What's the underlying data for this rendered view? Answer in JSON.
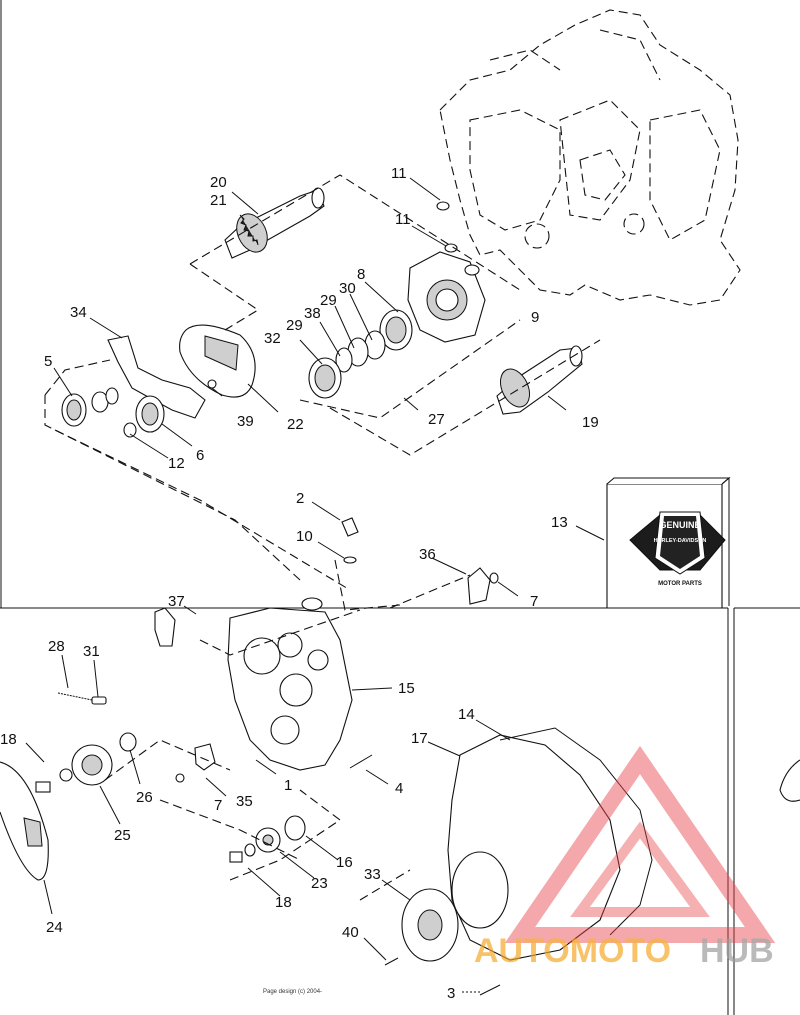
{
  "callouts": [
    {
      "id": "c20",
      "text": "20"
    },
    {
      "id": "c21",
      "text": "21"
    },
    {
      "id": "c11a",
      "text": "11"
    },
    {
      "id": "c11b",
      "text": "11"
    },
    {
      "id": "c8",
      "text": "8"
    },
    {
      "id": "c30",
      "text": "30"
    },
    {
      "id": "c29a",
      "text": "29"
    },
    {
      "id": "c38",
      "text": "38"
    },
    {
      "id": "c29b",
      "text": "29"
    },
    {
      "id": "c32",
      "text": "32"
    },
    {
      "id": "c9",
      "text": "9"
    },
    {
      "id": "c34",
      "text": "34"
    },
    {
      "id": "c5",
      "text": "5"
    },
    {
      "id": "c39",
      "text": "39"
    },
    {
      "id": "c22",
      "text": "22"
    },
    {
      "id": "c27",
      "text": "27"
    },
    {
      "id": "c19",
      "text": "19"
    },
    {
      "id": "c12",
      "text": "12"
    },
    {
      "id": "c6",
      "text": "6"
    },
    {
      "id": "c2",
      "text": "2"
    },
    {
      "id": "c10",
      "text": "10"
    },
    {
      "id": "c13",
      "text": "13"
    },
    {
      "id": "c36",
      "text": "36"
    },
    {
      "id": "c7a",
      "text": "7"
    },
    {
      "id": "c37",
      "text": "37"
    },
    {
      "id": "c28",
      "text": "28"
    },
    {
      "id": "c31",
      "text": "31"
    },
    {
      "id": "c15",
      "text": "15"
    },
    {
      "id": "c14",
      "text": "14"
    },
    {
      "id": "c18a",
      "text": "18"
    },
    {
      "id": "c17",
      "text": "17"
    },
    {
      "id": "c26",
      "text": "26"
    },
    {
      "id": "c7b",
      "text": "7"
    },
    {
      "id": "c35",
      "text": "35"
    },
    {
      "id": "c1",
      "text": "1"
    },
    {
      "id": "c4",
      "text": "4"
    },
    {
      "id": "c25",
      "text": "25"
    },
    {
      "id": "c16",
      "text": "16"
    },
    {
      "id": "c23",
      "text": "23"
    },
    {
      "id": "c33",
      "text": "33"
    },
    {
      "id": "c18b",
      "text": "18"
    },
    {
      "id": "c24",
      "text": "24"
    },
    {
      "id": "c40",
      "text": "40"
    },
    {
      "id": "c3",
      "text": "3"
    }
  ],
  "badge": {
    "top": "GENUINE",
    "brand": "HARLEY-DAVIDSON",
    "bottom": "MOTOR PARTS"
  },
  "footer": {
    "copyright": "Page design (c) 2004-"
  },
  "watermark": {
    "part1": "AUTOMOTO",
    "part2": "HUB"
  },
  "colors": {
    "watermark_red": "#e8454a",
    "watermark_orange": "#f5a623",
    "watermark_gray": "#9a9a9a"
  }
}
